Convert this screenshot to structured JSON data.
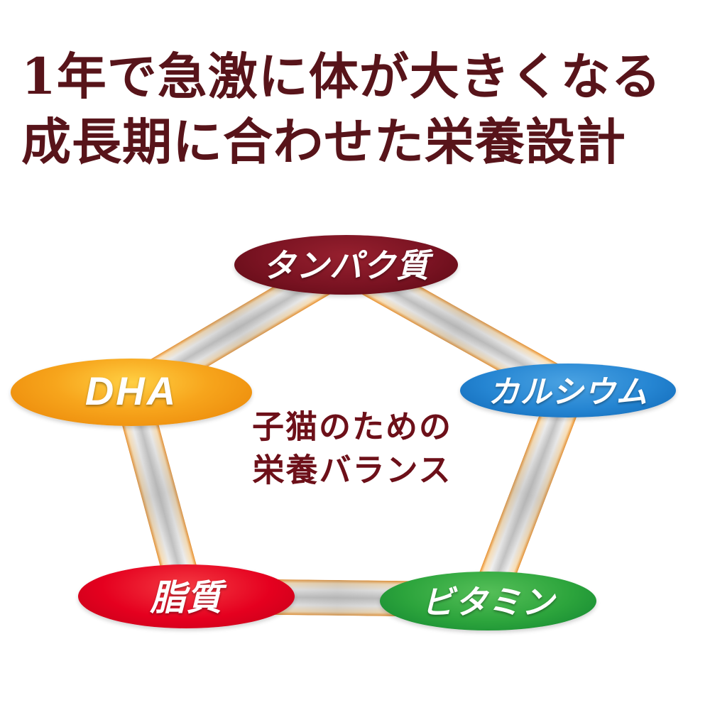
{
  "title": {
    "line1": "1年で急激に体が大きくなる",
    "line2": "成長期に合わせた栄養設計"
  },
  "diagram": {
    "center": {
      "line1": "子猫のための",
      "line2": "栄養バランス"
    },
    "nodes": [
      {
        "id": "protein",
        "label": "タンパク質",
        "color": "#7a1322",
        "position": "top"
      },
      {
        "id": "dha",
        "label": "DHA",
        "color": "#f7a51c",
        "position": "left"
      },
      {
        "id": "calcium",
        "label": "カルシウム",
        "color": "#2585d2",
        "position": "right"
      },
      {
        "id": "fat",
        "label": "脂質",
        "color": "#e5001f",
        "position": "bottom-left"
      },
      {
        "id": "vitamin",
        "label": "ビタミン",
        "color": "#2ca43c",
        "position": "bottom-right"
      }
    ]
  },
  "colors": {
    "title_text": "#58141a",
    "center_text": "#6d1019",
    "connector_silver": "#c6c6c6",
    "connector_glow": "#ee8f25",
    "background": "#ffffff"
  }
}
